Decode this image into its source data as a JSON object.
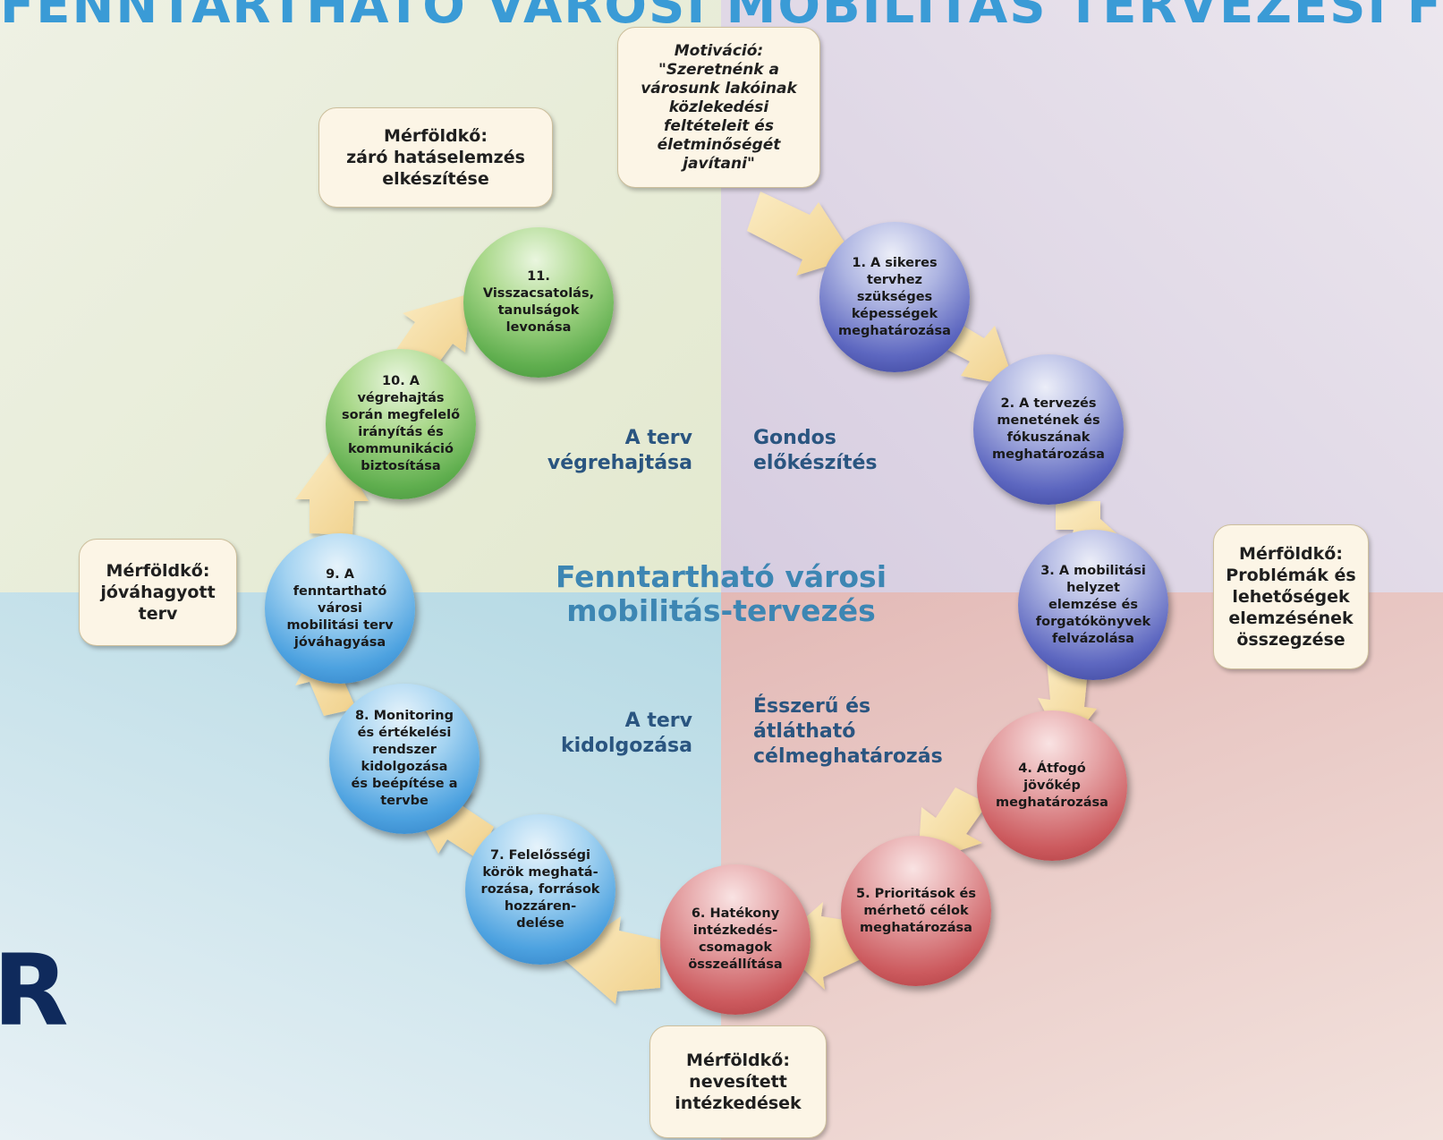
{
  "header": {
    "title": "FENNTARTHATÓ VÁROSI MOBILITÁS TERVEZÉSI FOLYAMATA"
  },
  "logo": {
    "letter": "R"
  },
  "center_title": "Fenntartható városi\nmobilitás-tervezés",
  "phases": {
    "preparation": "Gondos\nelőkészítés",
    "goals": "Ésszerű és\nátlátható\ncélmeghatározás",
    "elaboration": "A terv\nkidolgozása",
    "implementation": "A terv\nvégrehajtása"
  },
  "motivation": "Motiváció:\n\"Szeretnénk a\nvárosunk lakóinak\nközlekedési\nfeltételeit és\néletminőségét\njavítani\"",
  "milestones": {
    "closing": "Mérföldkő:\nzáró hatáselemzés\nelkészítése",
    "analysis": "Mérföldkő:\nProblémák és\nlehetőségek\nelemzésének\nösszegzése",
    "measures": "Mérföldkő:\nnevesített\nintézkedések",
    "approved": "Mérföldkő:\njóváhagyott\nterv"
  },
  "steps": [
    "1. A sikeres\ntervhez\nszükséges\nképességek\nmeghatározása",
    "2. A tervezés\nmenetének és\nfókuszának\nmeghatározása",
    "3. A mobilitási\nhelyzet\nelemzése és\nforgatókönyvek\nfelvázolása",
    "4. Átfogó\njövőkép\nmeghatározása",
    "5. Prioritások és\nmérhető célok\nmeghatározása",
    "6. Hatékony\nintézkedés-\ncsomagok\nösszeállítása",
    "7. Felelősségi\nkörök meghatá-\nrozása, források\nhozzáren-\ndelése",
    "8. Monitoring\nés értékelési\nrendszer\nkidolgozása\nés beépítése a\ntervbe",
    "9. A\nfenntartható\nvárosi\nmobilitási terv\njóváhagyása",
    "10. A\nvégrehajtás\nsorán megfelelő\nirányítás és\nkommunikáció\nbiztosítása",
    "11.\nVisszacsatolás,\ntanulságok\nlevonása"
  ],
  "colors": {
    "preparation": "#5d67c0",
    "goals": "#cc5a5e",
    "elaboration": "#4da2e0",
    "implementation": "#5fae4e",
    "arrow": "#f4dca0",
    "note_bg": "#fcf5e6"
  }
}
